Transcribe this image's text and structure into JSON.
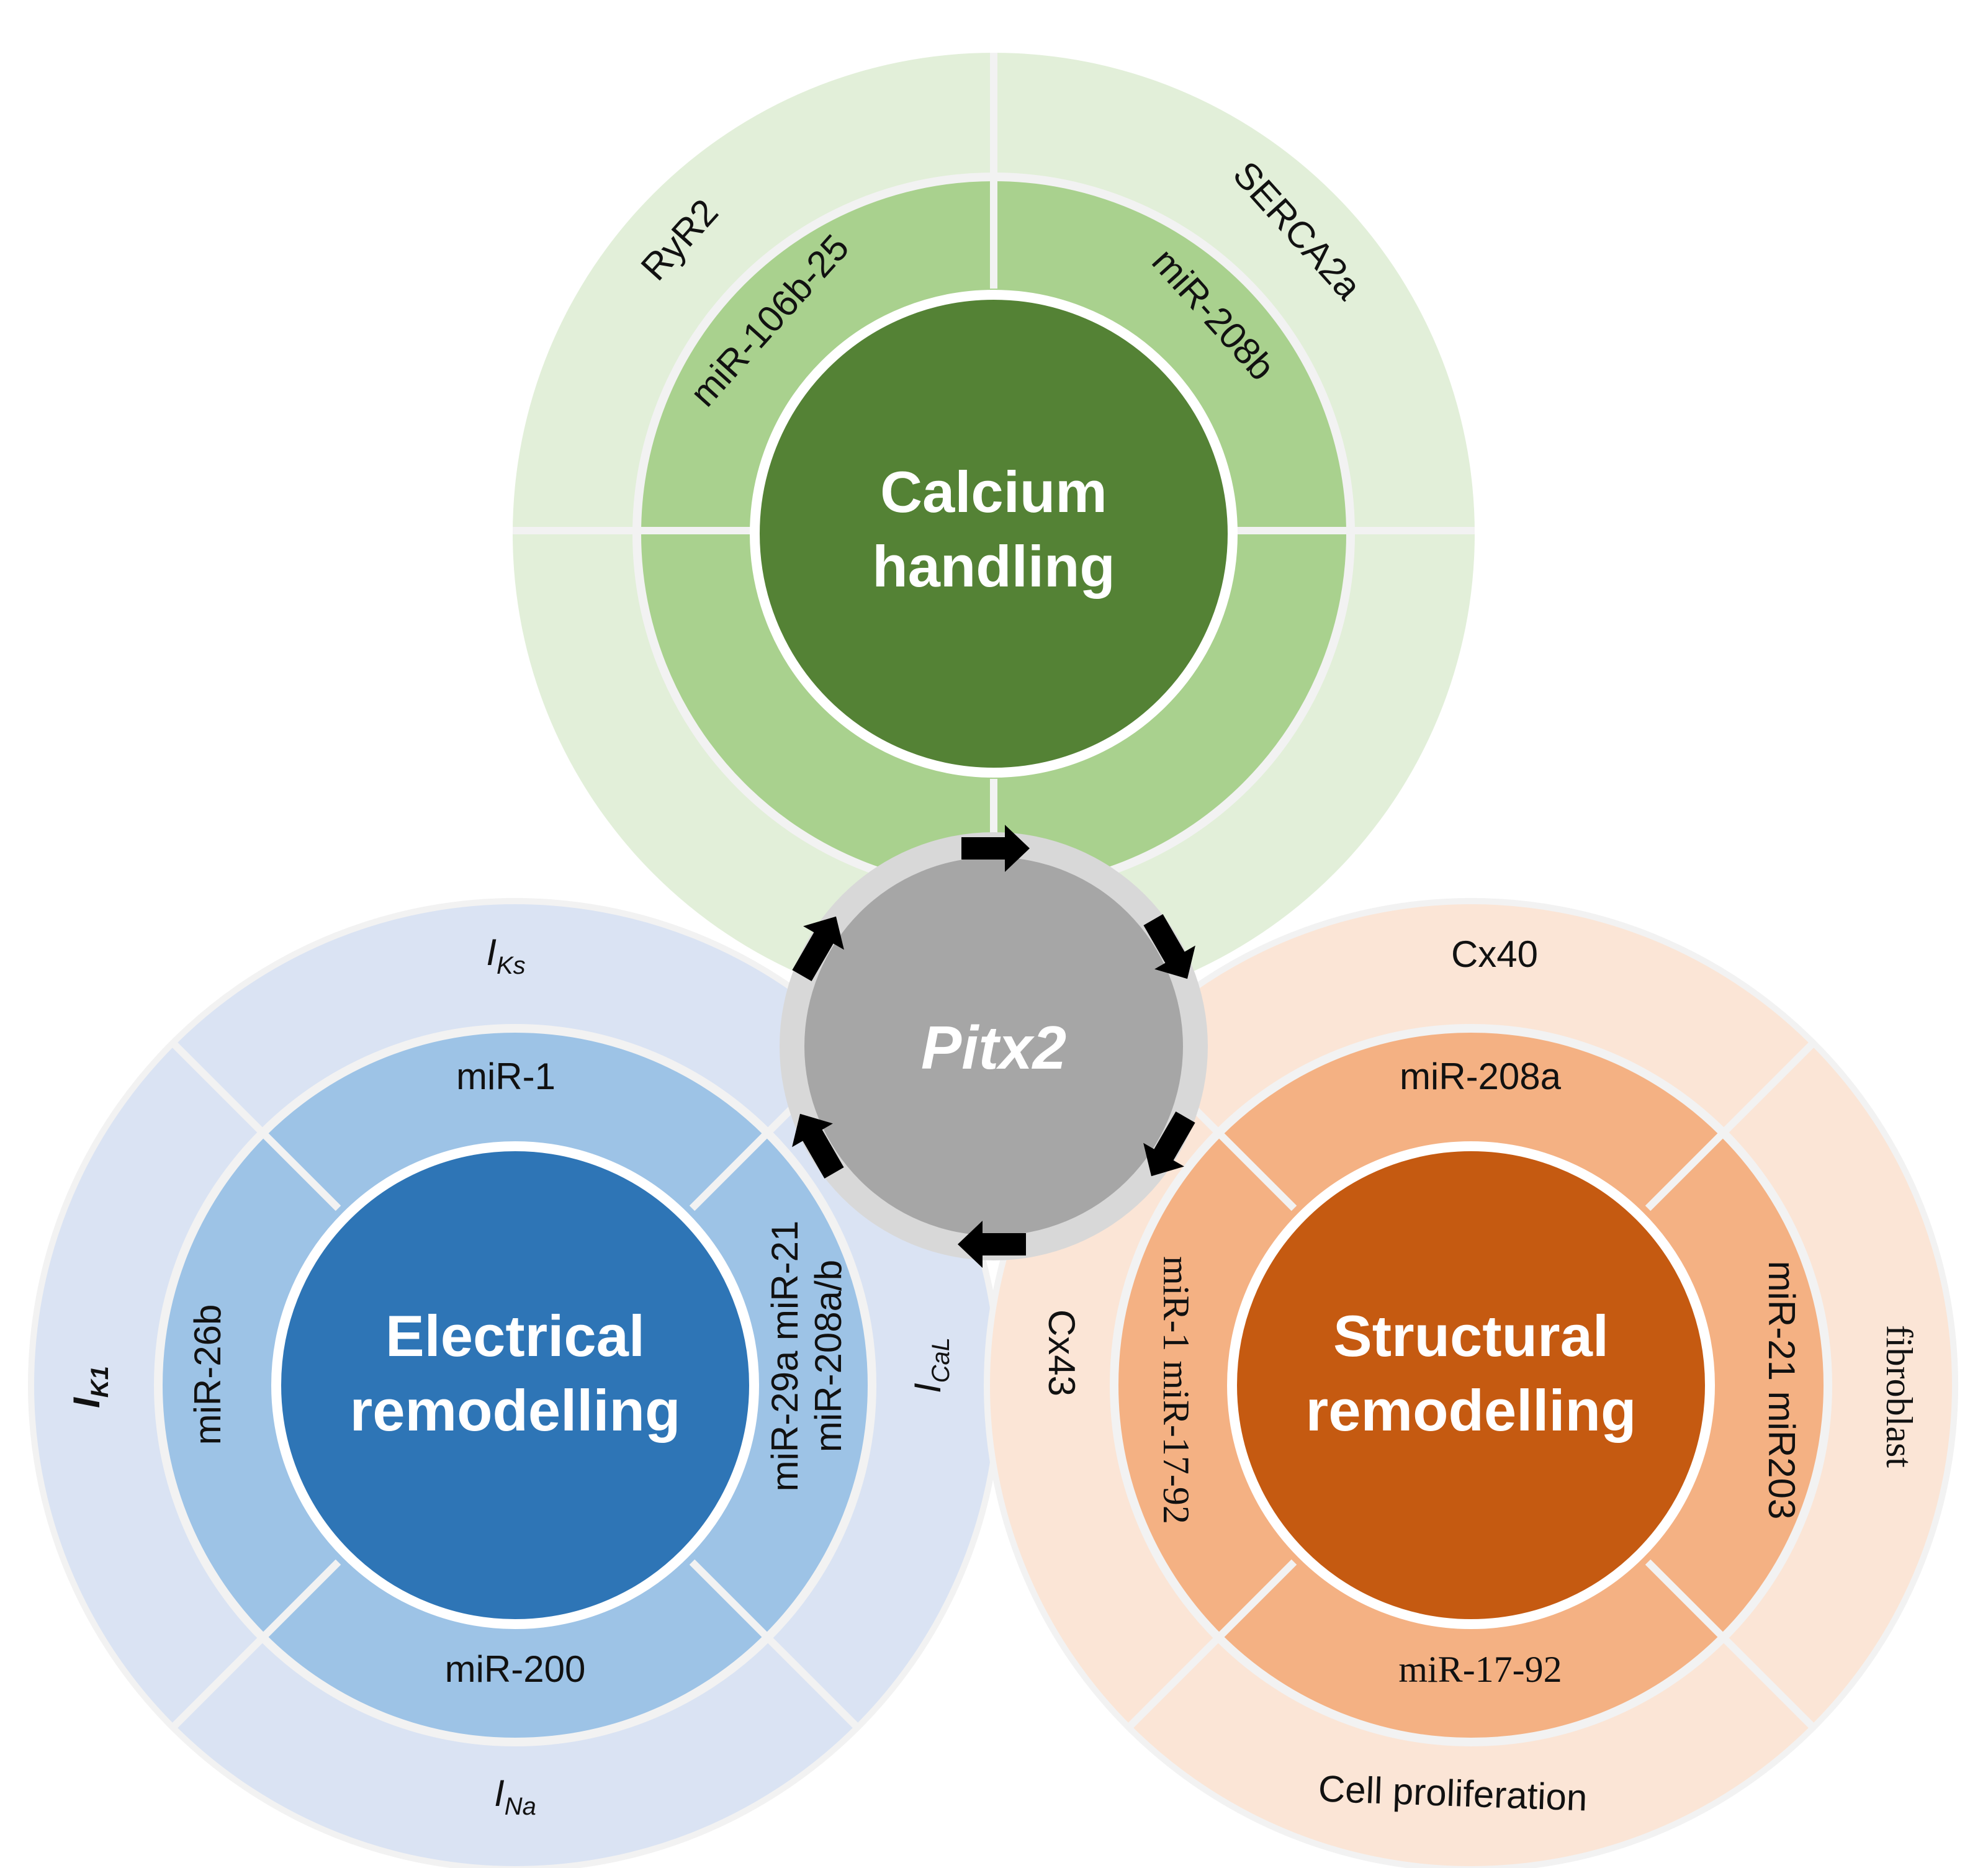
{
  "center": {
    "label": "Pitx2",
    "color": "#a6a6a6",
    "ring_color": "#d8d8d8"
  },
  "modules": {
    "calcium": {
      "title_line1": "Calcium",
      "title_line2": "handling",
      "colors": {
        "core": "#548235",
        "middle": "#a9d18e",
        "outer": "#e2efd9"
      },
      "mirnas": [
        "miR-106b-25",
        "miR-208b"
      ],
      "targets": [
        "RyR2",
        "SERCA2a"
      ]
    },
    "electrical": {
      "title_line1": "Electrical",
      "title_line2": "remodelling",
      "colors": {
        "core": "#2e75b6",
        "middle": "#9dc3e6",
        "outer": "#dae3f3"
      },
      "mirnas": [
        "miR-1",
        "miR-26b",
        "miR-29a miR-21",
        "miR-208a/b",
        "miR-200"
      ],
      "targets": {
        "iks": {
          "main": "I",
          "sub": "Ks"
        },
        "ik1": {
          "main": "I",
          "sub": "K1"
        },
        "ical": {
          "main": "I",
          "sub": "CaL"
        },
        "ina": {
          "main": "I",
          "sub": "Na"
        }
      }
    },
    "structural": {
      "title_line1": "Structural",
      "title_line2": "remodelling",
      "colors": {
        "core": "#c55a11",
        "middle": "#f4b183",
        "outer": "#fbe5d6"
      },
      "mirnas": [
        "miR-208a",
        "miR-1 miR-17-92",
        "miR-21 miR203",
        "miR-17-92"
      ],
      "targets": [
        "Cx40",
        "Cx43",
        "fibroblast",
        "Cell proliferation"
      ]
    }
  },
  "arrows": {
    "color": "#000000",
    "count": 6
  }
}
